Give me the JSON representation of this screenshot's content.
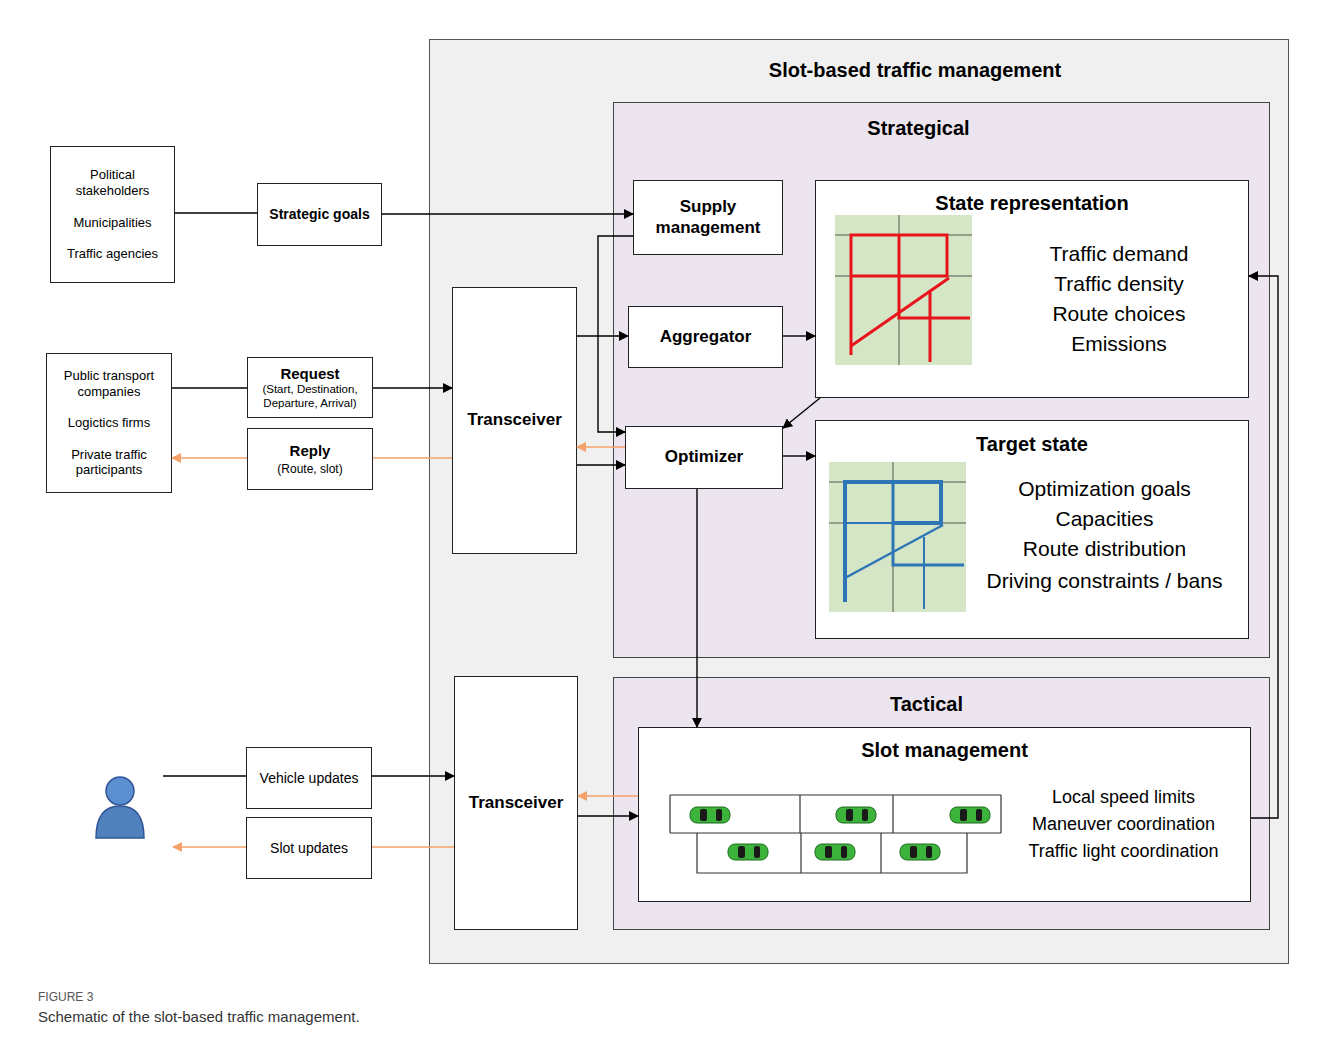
{
  "diagram": {
    "caption": "Schematic of the slot-based traffic management.",
    "nodes": [
      {
        "text": [
          "Slot-based traffic management"
        ]
      },
      {
        "text": [
          "Strategical"
        ],
        "in": 0
      },
      {
        "text": [
          "Supply management"
        ],
        "in": 1
      },
      {
        "text": [
          "State representation",
          "Traffic demand",
          "Traffic density",
          "Route choices",
          "Emissions"
        ],
        "in": 1
      },
      {
        "text": [
          "Aggregator"
        ],
        "in": 1
      },
      {
        "text": [
          "Optimizer"
        ],
        "in": 1
      },
      {
        "text": [
          "Target state",
          "Optimization goals",
          "Capacities",
          "Route distribution",
          "Driving constraints / bans"
        ],
        "in": 1
      },
      {
        "text": [
          "Transceiver"
        ],
        "in": 0
      },
      {
        "text": [
          "Tactical"
        ],
        "in": 0
      },
      {
        "text": [
          "Slot management",
          "Local speed limits",
          "Maneuver coordination",
          "Traffic light coordination"
        ],
        "in": 8
      },
      {
        "text": [
          "Transceiver"
        ],
        "in": 0
      },
      {
        "text": [
          "Political stakeholders",
          "Municipalities",
          "Traffic agencies"
        ]
      },
      {
        "text": [
          "Strategic goals"
        ]
      },
      {
        "text": [
          "Public transport companies",
          "Logictics firms",
          "Private traffic participants"
        ]
      },
      {
        "text": [
          "Request",
          "(Start, Destination, Departure, Arrival)"
        ]
      },
      {
        "text": [
          "Reply",
          "(Route, slot)"
        ]
      },
      {
        "text": [
          "Vehicle updates"
        ]
      },
      {
        "text": [
          "Slot updates"
        ]
      }
    ],
    "edges": [
      {
        "from": 11,
        "to": 12,
        "arrow": "none"
      },
      {
        "from": 12,
        "to": 2,
        "arrow": "to"
      },
      {
        "from": 13,
        "to": 14,
        "arrow": "none"
      },
      {
        "from": 14,
        "to": 7,
        "arrow": "to"
      },
      {
        "from": 7,
        "to": 15,
        "arrow": "none"
      },
      {
        "from": 15,
        "to": 13,
        "arrow": "to"
      },
      {
        "from": 7,
        "to": 4,
        "arrow": "to"
      },
      {
        "from": 7,
        "to": 5,
        "arrow": "to"
      },
      {
        "from": 2,
        "to": 5,
        "arrow": "to"
      },
      {
        "from": 5,
        "to": 7,
        "arrow": "to"
      },
      {
        "from": 4,
        "to": 3,
        "arrow": "to"
      },
      {
        "from": 3,
        "to": 5,
        "arrow": "to"
      },
      {
        "from": 5,
        "to": 6,
        "arrow": "to"
      },
      {
        "from": 5,
        "to": 9,
        "arrow": "to"
      },
      {
        "from": 9,
        "to": 3,
        "arrow": "to"
      },
      {
        "from": 9,
        "to": 10,
        "arrow": "to"
      },
      {
        "from": 10,
        "to": 9,
        "arrow": "to"
      },
      {
        "from": 16,
        "to": 10,
        "arrow": "to"
      },
      {
        "from": 10,
        "to": 17,
        "arrow": "none"
      }
    ],
    "labels": [
      "FIGURE 3"
    ]
  }
}
